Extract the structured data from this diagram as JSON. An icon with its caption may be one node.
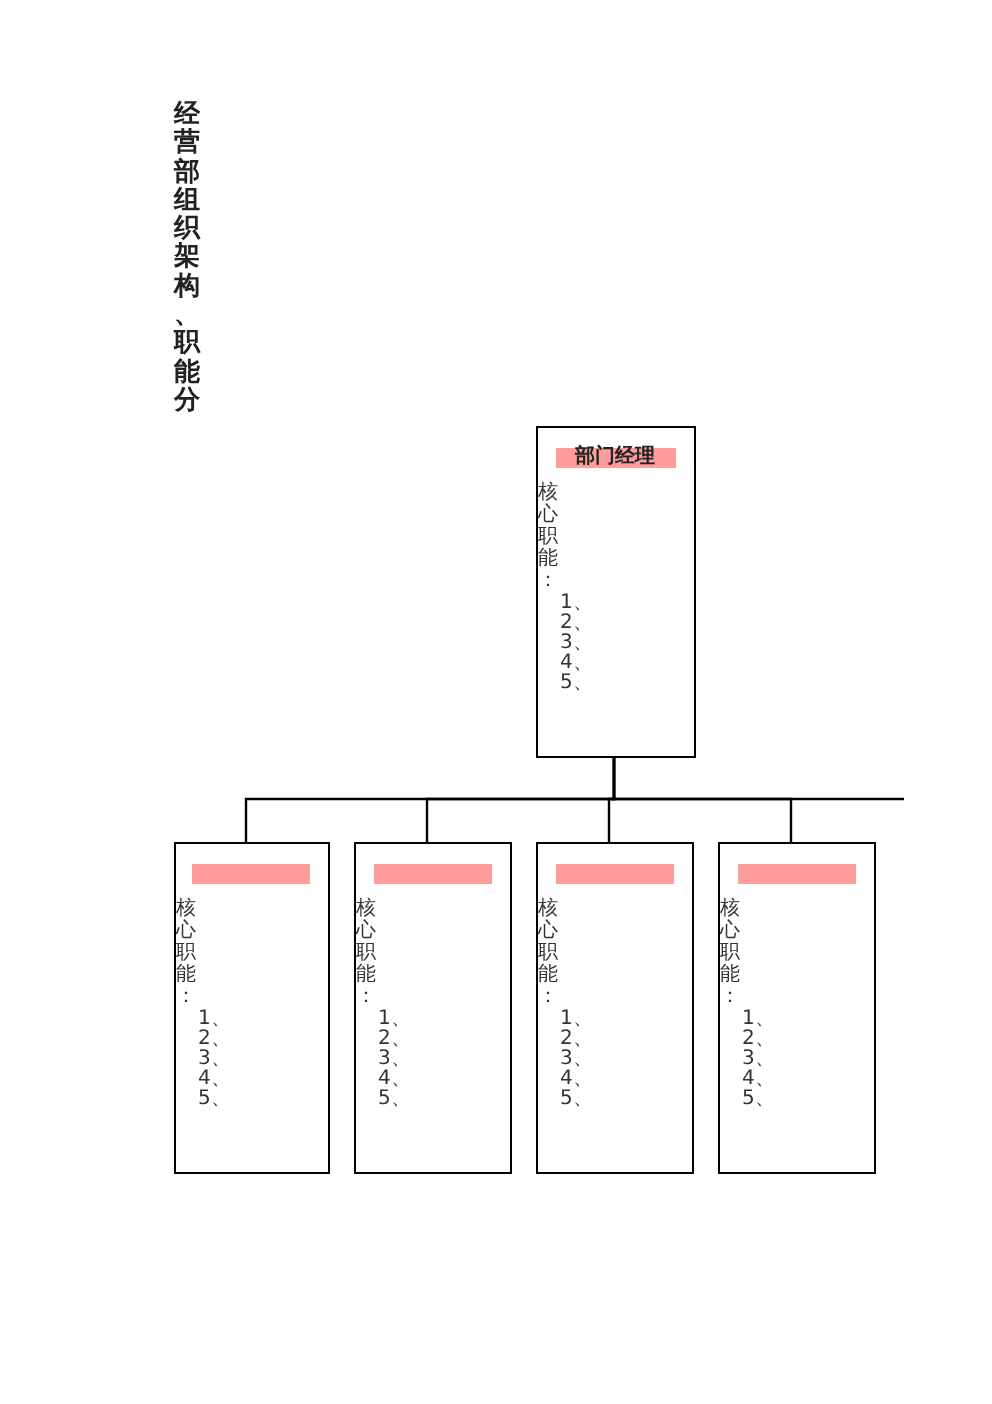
{
  "diagram": {
    "title": "经营部组织架构、职能分",
    "nodes": [
      {
        "text": [
          "核心职能：",
          "1、",
          "2、",
          "3、",
          "4、",
          "5、"
        ]
      },
      {
        "text": [
          "部门经理"
        ],
        "in": 0
      },
      {
        "text": [
          "核心职能：",
          "1、",
          "2、",
          "3、",
          "4、",
          "5、"
        ]
      },
      {
        "text": [],
        "shape": "bar",
        "in": 2
      },
      {
        "text": [
          "核心职能：",
          "1、",
          "2、",
          "3、",
          "4、",
          "5、"
        ]
      },
      {
        "text": [],
        "shape": "bar",
        "in": 4
      },
      {
        "text": [
          "核心职能：",
          "1、",
          "2、",
          "3、",
          "4、",
          "5、"
        ]
      },
      {
        "text": [],
        "shape": "bar",
        "in": 6
      },
      {
        "text": [
          "核心职能：",
          "1、",
          "2、",
          "3、",
          "4、",
          "5、"
        ]
      },
      {
        "text": [],
        "shape": "bar",
        "in": 8
      }
    ],
    "edges": [
      {
        "from": 0,
        "to": 2,
        "arrow": "none"
      },
      {
        "from": 0,
        "to": 4,
        "arrow": "none"
      },
      {
        "from": 0,
        "to": 6,
        "arrow": "none"
      },
      {
        "from": 0,
        "to": 8,
        "arrow": "none"
      },
      {
        "from": 0,
        "to": null,
        "arrow": "none"
      }
    ]
  }
}
